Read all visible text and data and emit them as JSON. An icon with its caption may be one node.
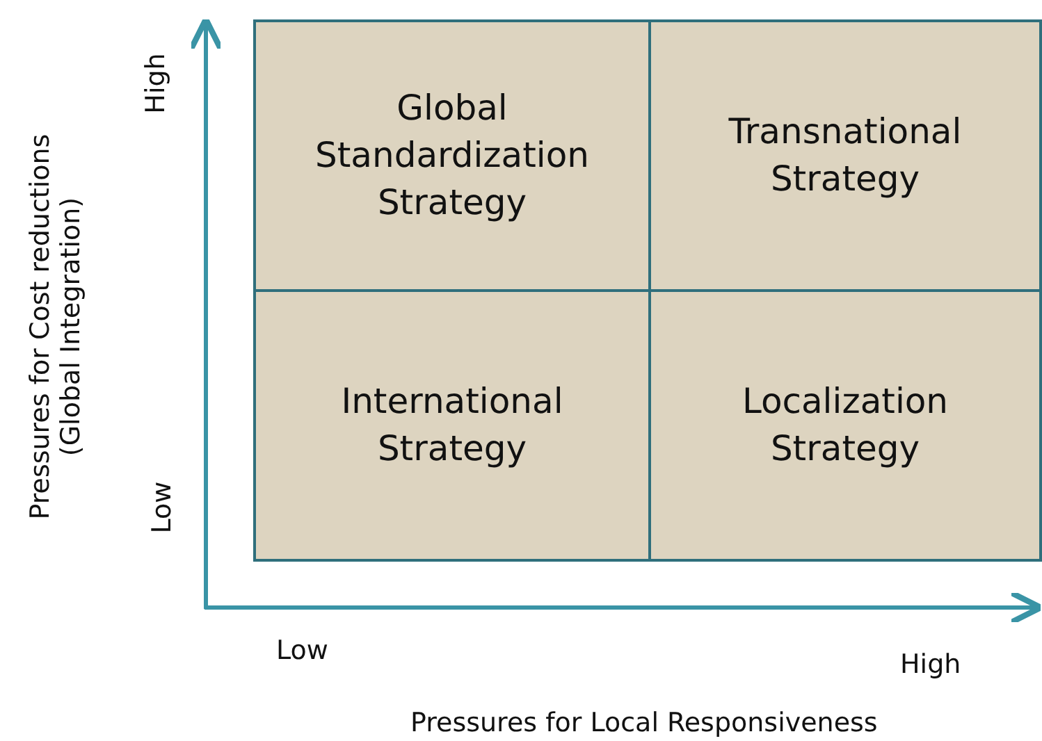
{
  "diagram": {
    "nodes": [
      {
        "text": [
          "Global Standardization Strategy"
        ]
      },
      {
        "text": [
          "Transnational Strategy"
        ]
      },
      {
        "text": [
          "International Strategy"
        ]
      },
      {
        "text": [
          "Localization Strategy"
        ]
      }
    ],
    "labels": [
      "High",
      "Pressures for Cost reductions (Global Integration)",
      "Low",
      "Low",
      "High",
      "Pressures for Local Responsiveness"
    ]
  }
}
